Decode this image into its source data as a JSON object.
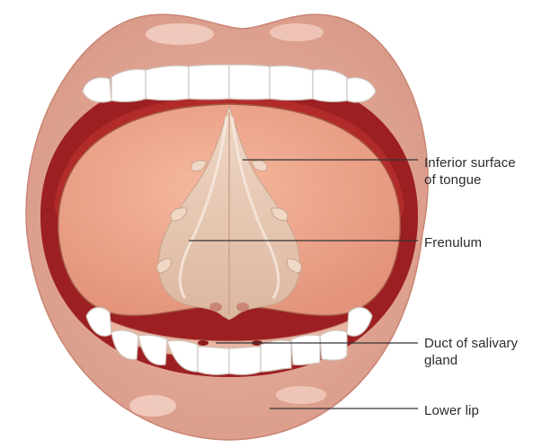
{
  "diagram": {
    "labels": {
      "inferior_surface": "Inferior surface\nof tongue",
      "frenulum": "Frenulum",
      "duct": "Duct of salivary\ngland",
      "lower_lip": "Lower lip"
    },
    "colors": {
      "lip": "#e3a695",
      "lip_dark": "#c98574",
      "mouth_cavity": "#9c1f22",
      "cavity_shadow": "#b52e2c",
      "tongue": "#efa48a",
      "tongue_edge": "#d9876c",
      "frenulum_tissue": "#e6c8b3",
      "tooth": "#ffffff",
      "leader_line": "#333333"
    }
  }
}
